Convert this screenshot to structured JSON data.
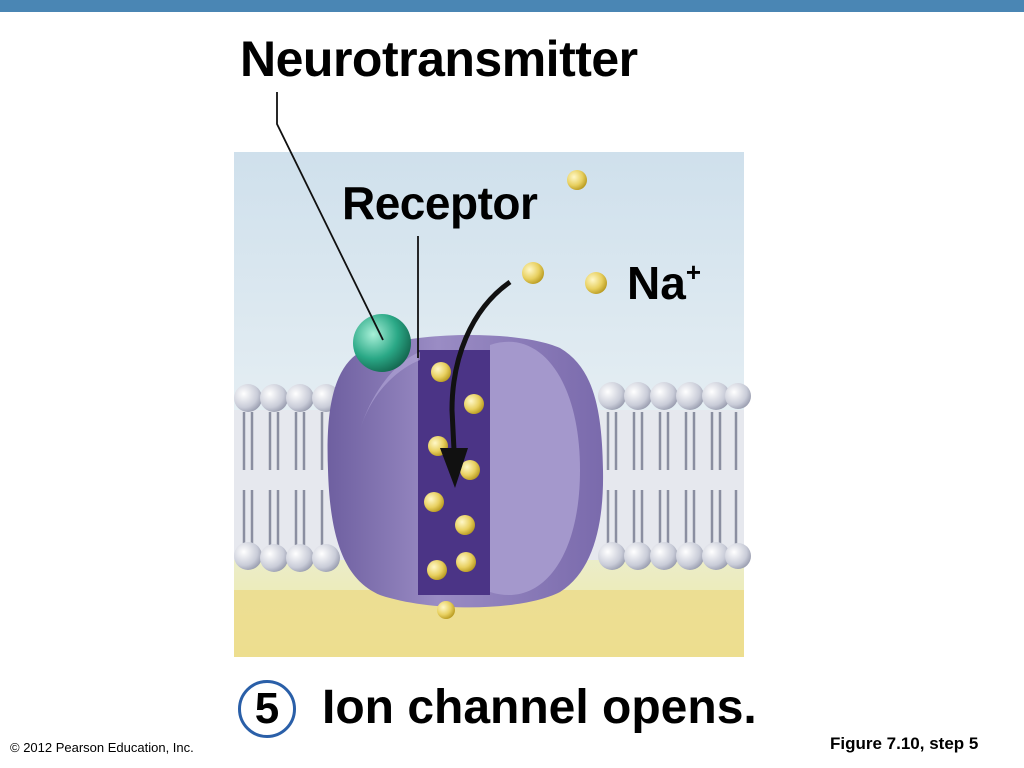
{
  "labels": {
    "neurotransmitter": "Neurotransmitter",
    "receptor": "Receptor",
    "ion": "Na",
    "ion_charge": "+"
  },
  "step": {
    "number": "5",
    "caption": "Ion channel opens."
  },
  "footer": {
    "copyright": "© 2012 Pearson Education, Inc.",
    "figure_ref": "Figure 7.10, step 5"
  },
  "colors": {
    "top_bar": "#4a86b4",
    "step_circle": "#2a5fa8",
    "channel_protein": "#8a78b8",
    "neurotransmitter": "#2aa886",
    "sodium_ion": "#e8d060"
  }
}
